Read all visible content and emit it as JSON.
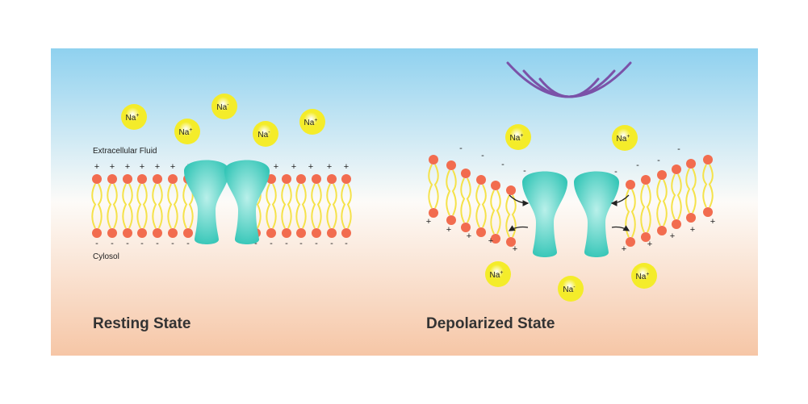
{
  "panels": {
    "resting": {
      "title": "Resting State",
      "top_label": "Extracellular Fluid",
      "bottom_label": "Cylosol",
      "top_charge": "+",
      "bottom_charge": "-",
      "ions": [
        "Na+",
        "Na-",
        "Na+",
        "Na-",
        "Na+"
      ]
    },
    "depolarized": {
      "title": "Depolarized State",
      "top_charge": "-",
      "bottom_charge": "+",
      "ions": [
        "Na+",
        "Na+",
        "Na+",
        "Na-",
        "Na+"
      ]
    }
  },
  "ion_symbol": "Na",
  "colors": {
    "sky_top": "#8fd1ef",
    "mid": "#fdfbf8",
    "bottom": "#f6c6a6",
    "lipid_head": "#f26c4f",
    "lipid_tail": "#f5e24a",
    "channel": "#2fc4b5",
    "ion": "#f4ec2a",
    "wave": "#7b52a8",
    "arrow": "#222222"
  },
  "icons": [
    "wave-signal-icon",
    "flow-arrow-icon"
  ]
}
